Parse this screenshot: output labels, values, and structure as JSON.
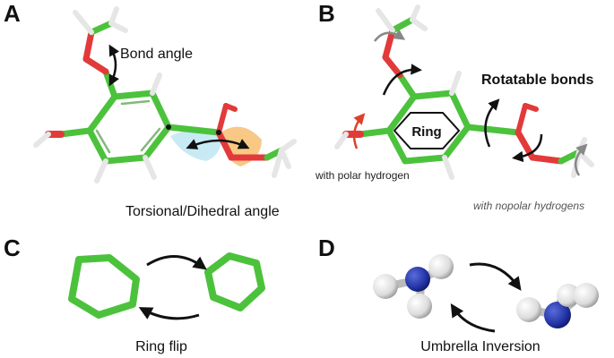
{
  "panels": {
    "a": {
      "letter": "A",
      "bond_angle": "Bond angle",
      "torsion": "Torsional/Dihedral angle"
    },
    "b": {
      "letter": "B",
      "rotatable": "Rotatable bonds",
      "ring": "Ring",
      "polar": "with polar hydrogen",
      "nopolar": "with nopolar hydrogens"
    },
    "c": {
      "letter": "C",
      "caption": "Ring flip"
    },
    "d": {
      "letter": "D",
      "caption": "Umbrella Inversion"
    }
  },
  "colors": {
    "carbon": "#4cc23c",
    "carbon_dark": "#2e8a22",
    "oxygen": "#e23a3a",
    "hydrogen": "#e6e6e6",
    "nitrogen": "#2233a6",
    "arrow": "#111111",
    "arrow_red": "#e0402a",
    "arrow_gray": "#888888",
    "torsion_blue": "#8fd3e8",
    "torsion_orange": "#f3a33a"
  }
}
